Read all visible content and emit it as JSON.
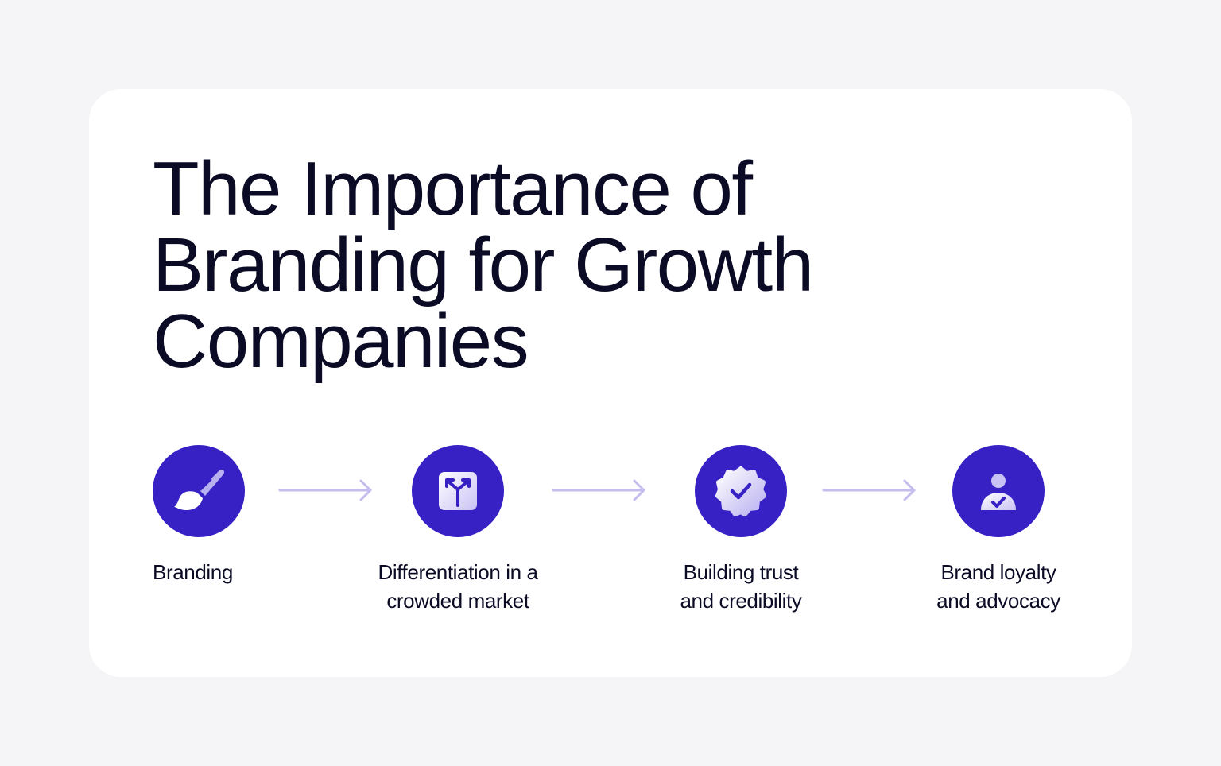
{
  "title": {
    "line1": "The Importance of",
    "line2": "Branding for Growth",
    "line3": "Companies"
  },
  "steps": [
    {
      "label_line1": "Branding",
      "label_line2": "",
      "icon": "paintbrush-icon"
    },
    {
      "label_line1": "Differentiation in a",
      "label_line2": "crowded market",
      "icon": "diverging-arrows-icon"
    },
    {
      "label_line1": "Building trust",
      "label_line2": "and credibility",
      "icon": "verified-badge-icon"
    },
    {
      "label_line1": "Brand loyalty",
      "label_line2": "and advocacy",
      "icon": "user-check-icon"
    }
  ],
  "colors": {
    "accent": "#3721c4",
    "icon_light": "#c9c2f4",
    "arrow": "#c4bdee",
    "text": "#0b0b26",
    "card": "#ffffff",
    "background": "#f5f5f7"
  }
}
